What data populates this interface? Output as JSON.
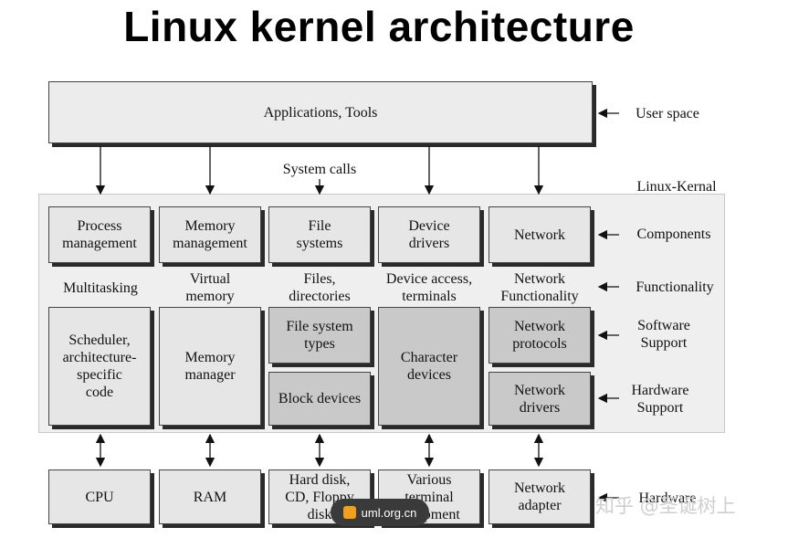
{
  "title": "Linux kernel architecture",
  "user_space_box": "Applications, Tools",
  "system_calls": "System calls",
  "side_labels": {
    "user_space": "User space",
    "linux_kernel": "Linux-Kernal",
    "components": "Components",
    "functionality": "Functionality",
    "software_support": "Software\nSupport",
    "hardware_support": "Hardware\nSupport",
    "hardware": "Hardware"
  },
  "components": [
    "Process\nmanagement",
    "Memory\nmanagement",
    "File\nsystems",
    "Device\ndrivers",
    "Network"
  ],
  "functionality": [
    "Multitasking",
    "Virtual\nmemory",
    "Files,\ndirectories",
    "Device access,\nterminals",
    "Network\nFunctionality"
  ],
  "implementation": {
    "scheduler": "Scheduler,\narchitecture-\nspecific\ncode",
    "memory_manager": "Memory\nmanager",
    "fs_types": "File system\ntypes",
    "block_devices": "Block devices",
    "character_devices": "Character\ndevices",
    "network_protocols": "Network\nprotocols",
    "network_drivers": "Network\ndrivers"
  },
  "hardware": [
    "CPU",
    "RAM",
    "Hard disk,\nCD, Floppy\ndisk",
    "Various\nterminal\nequipment",
    "Network\nadapter"
  ],
  "badge_text": "uml.org.cn",
  "watermark": "知乎 @圣诞树上"
}
